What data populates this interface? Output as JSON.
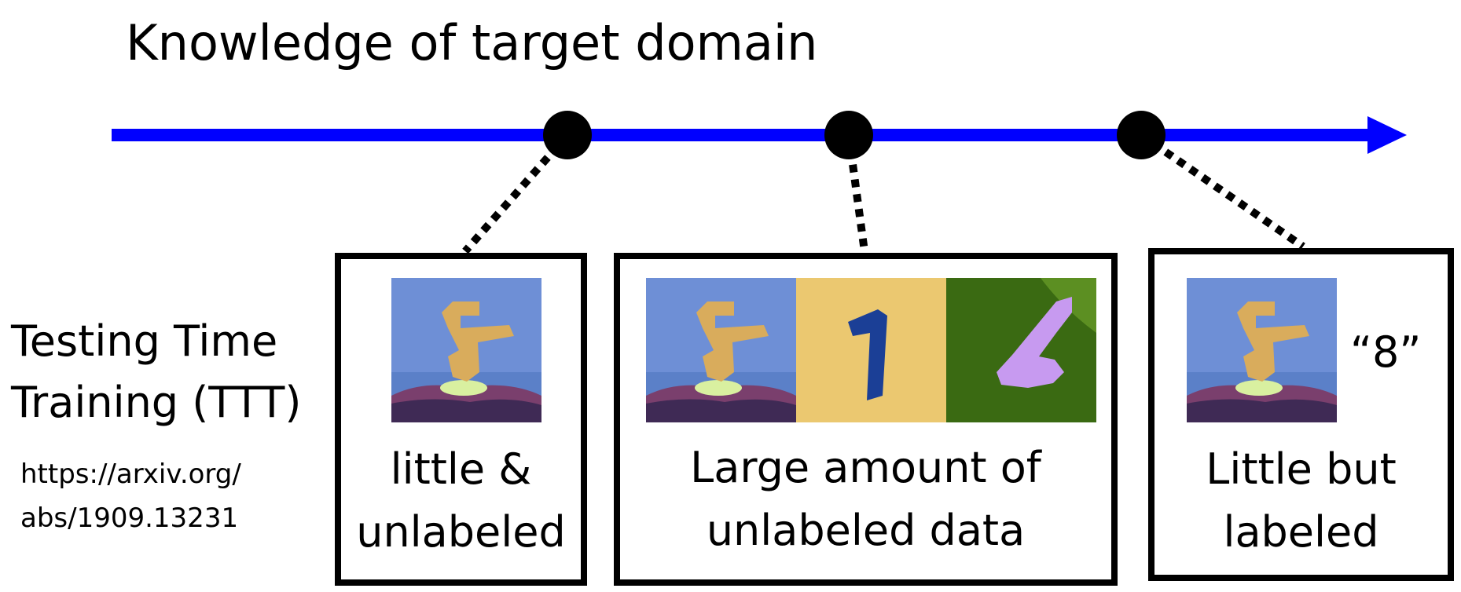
{
  "title": "Knowledge of target domain",
  "side": {
    "label_line1": "Testing Time",
    "label_line2": "Training (TTT)",
    "url_line1": "https://arxiv.org/",
    "url_line2": "abs/1909.13231"
  },
  "boxes": [
    {
      "caption_line1": "little &",
      "caption_line2": "unlabeled"
    },
    {
      "caption_line1": "Large amount of",
      "caption_line2": "unlabeled data"
    },
    {
      "caption_line1": "Little but",
      "caption_line2": "labeled",
      "label": "“8”"
    }
  ],
  "images": [
    {
      "icon": "digit-8-image",
      "glyph": "8"
    },
    {
      "icon": "digit-1-image",
      "glyph": "1"
    },
    {
      "icon": "digit-6-image",
      "glyph": "6"
    }
  ],
  "colors": {
    "axis": "#0000ff",
    "dots": "#000000",
    "connectors": "#000000"
  }
}
